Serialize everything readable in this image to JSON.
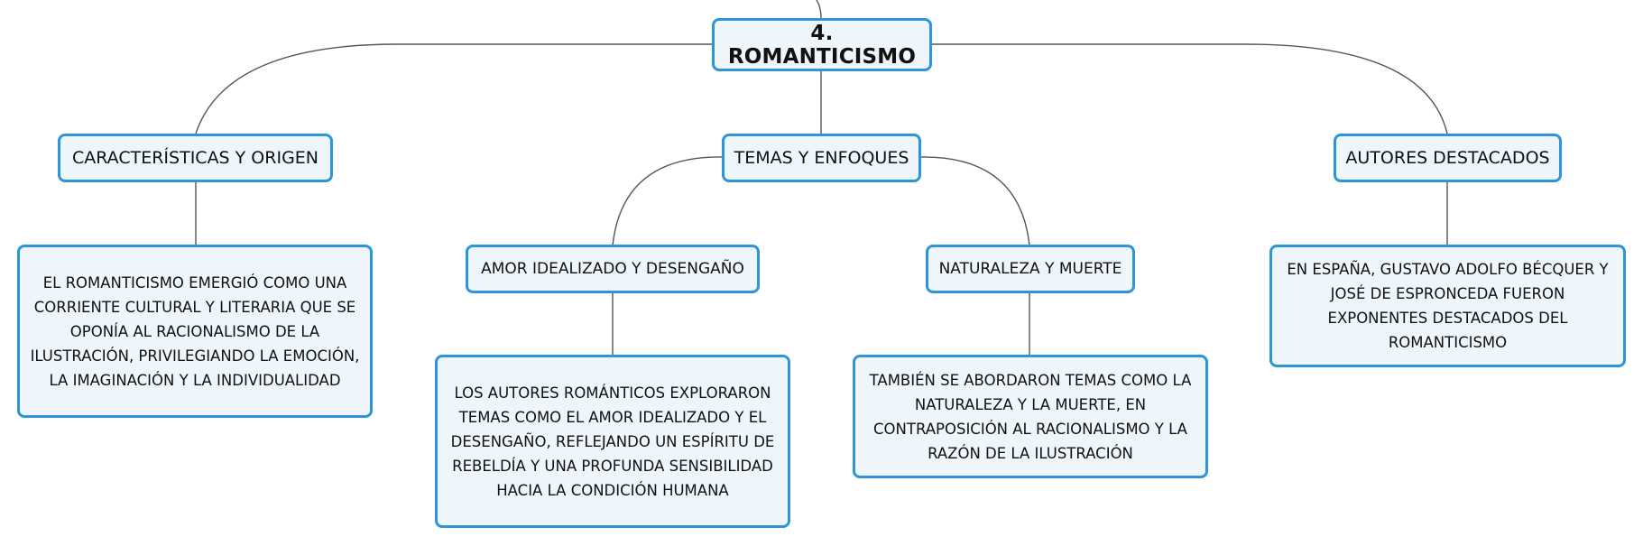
{
  "map": {
    "root": "4. ROMANTICISMO",
    "branches": {
      "characteristics": {
        "label": "CARACTERÍSTICAS Y ORIGEN",
        "detail": "EL ROMANTICISMO EMERGIÓ COMO UNA CORRIENTE CULTURAL Y LITERARIA QUE SE OPONÍA AL RACIONALISMO DE LA ILUSTRACIÓN, PRIVILEGIANDO LA EMOCIÓN, LA IMAGINACIÓN Y LA INDIVIDUALIDAD"
      },
      "themes": {
        "label": "TEMAS Y ENFOQUES",
        "love": {
          "label": "AMOR IDEALIZADO Y DESENGAÑO",
          "detail": "LOS AUTORES ROMÁNTICOS EXPLORARON TEMAS COMO EL AMOR IDEALIZADO Y EL DESENGAÑO, REFLEJANDO UN ESPÍRITU DE REBELDÍA Y UNA PROFUNDA SENSIBILIDAD HACIA LA CONDICIÓN HUMANA"
        },
        "nature": {
          "label": "NATURALEZA Y MUERTE",
          "detail": "TAMBIÉN SE ABORDARON TEMAS COMO LA NATURALEZA Y LA MUERTE, EN CONTRAPOSICIÓN AL RACIONALISMO Y LA RAZÓN DE LA ILUSTRACIÓN"
        }
      },
      "authors": {
        "label": "AUTORES DESTACADOS",
        "detail": "EN ESPAÑA, GUSTAVO ADOLFO BÉCQUER Y JOSÉ DE ESPRONCEDA FUERON EXPONENTES DESTACADOS DEL ROMANTICISMO"
      }
    }
  },
  "colors": {
    "node_border": "#2e96d8",
    "node_fill": "#eef6fc",
    "connector": "#555555"
  }
}
